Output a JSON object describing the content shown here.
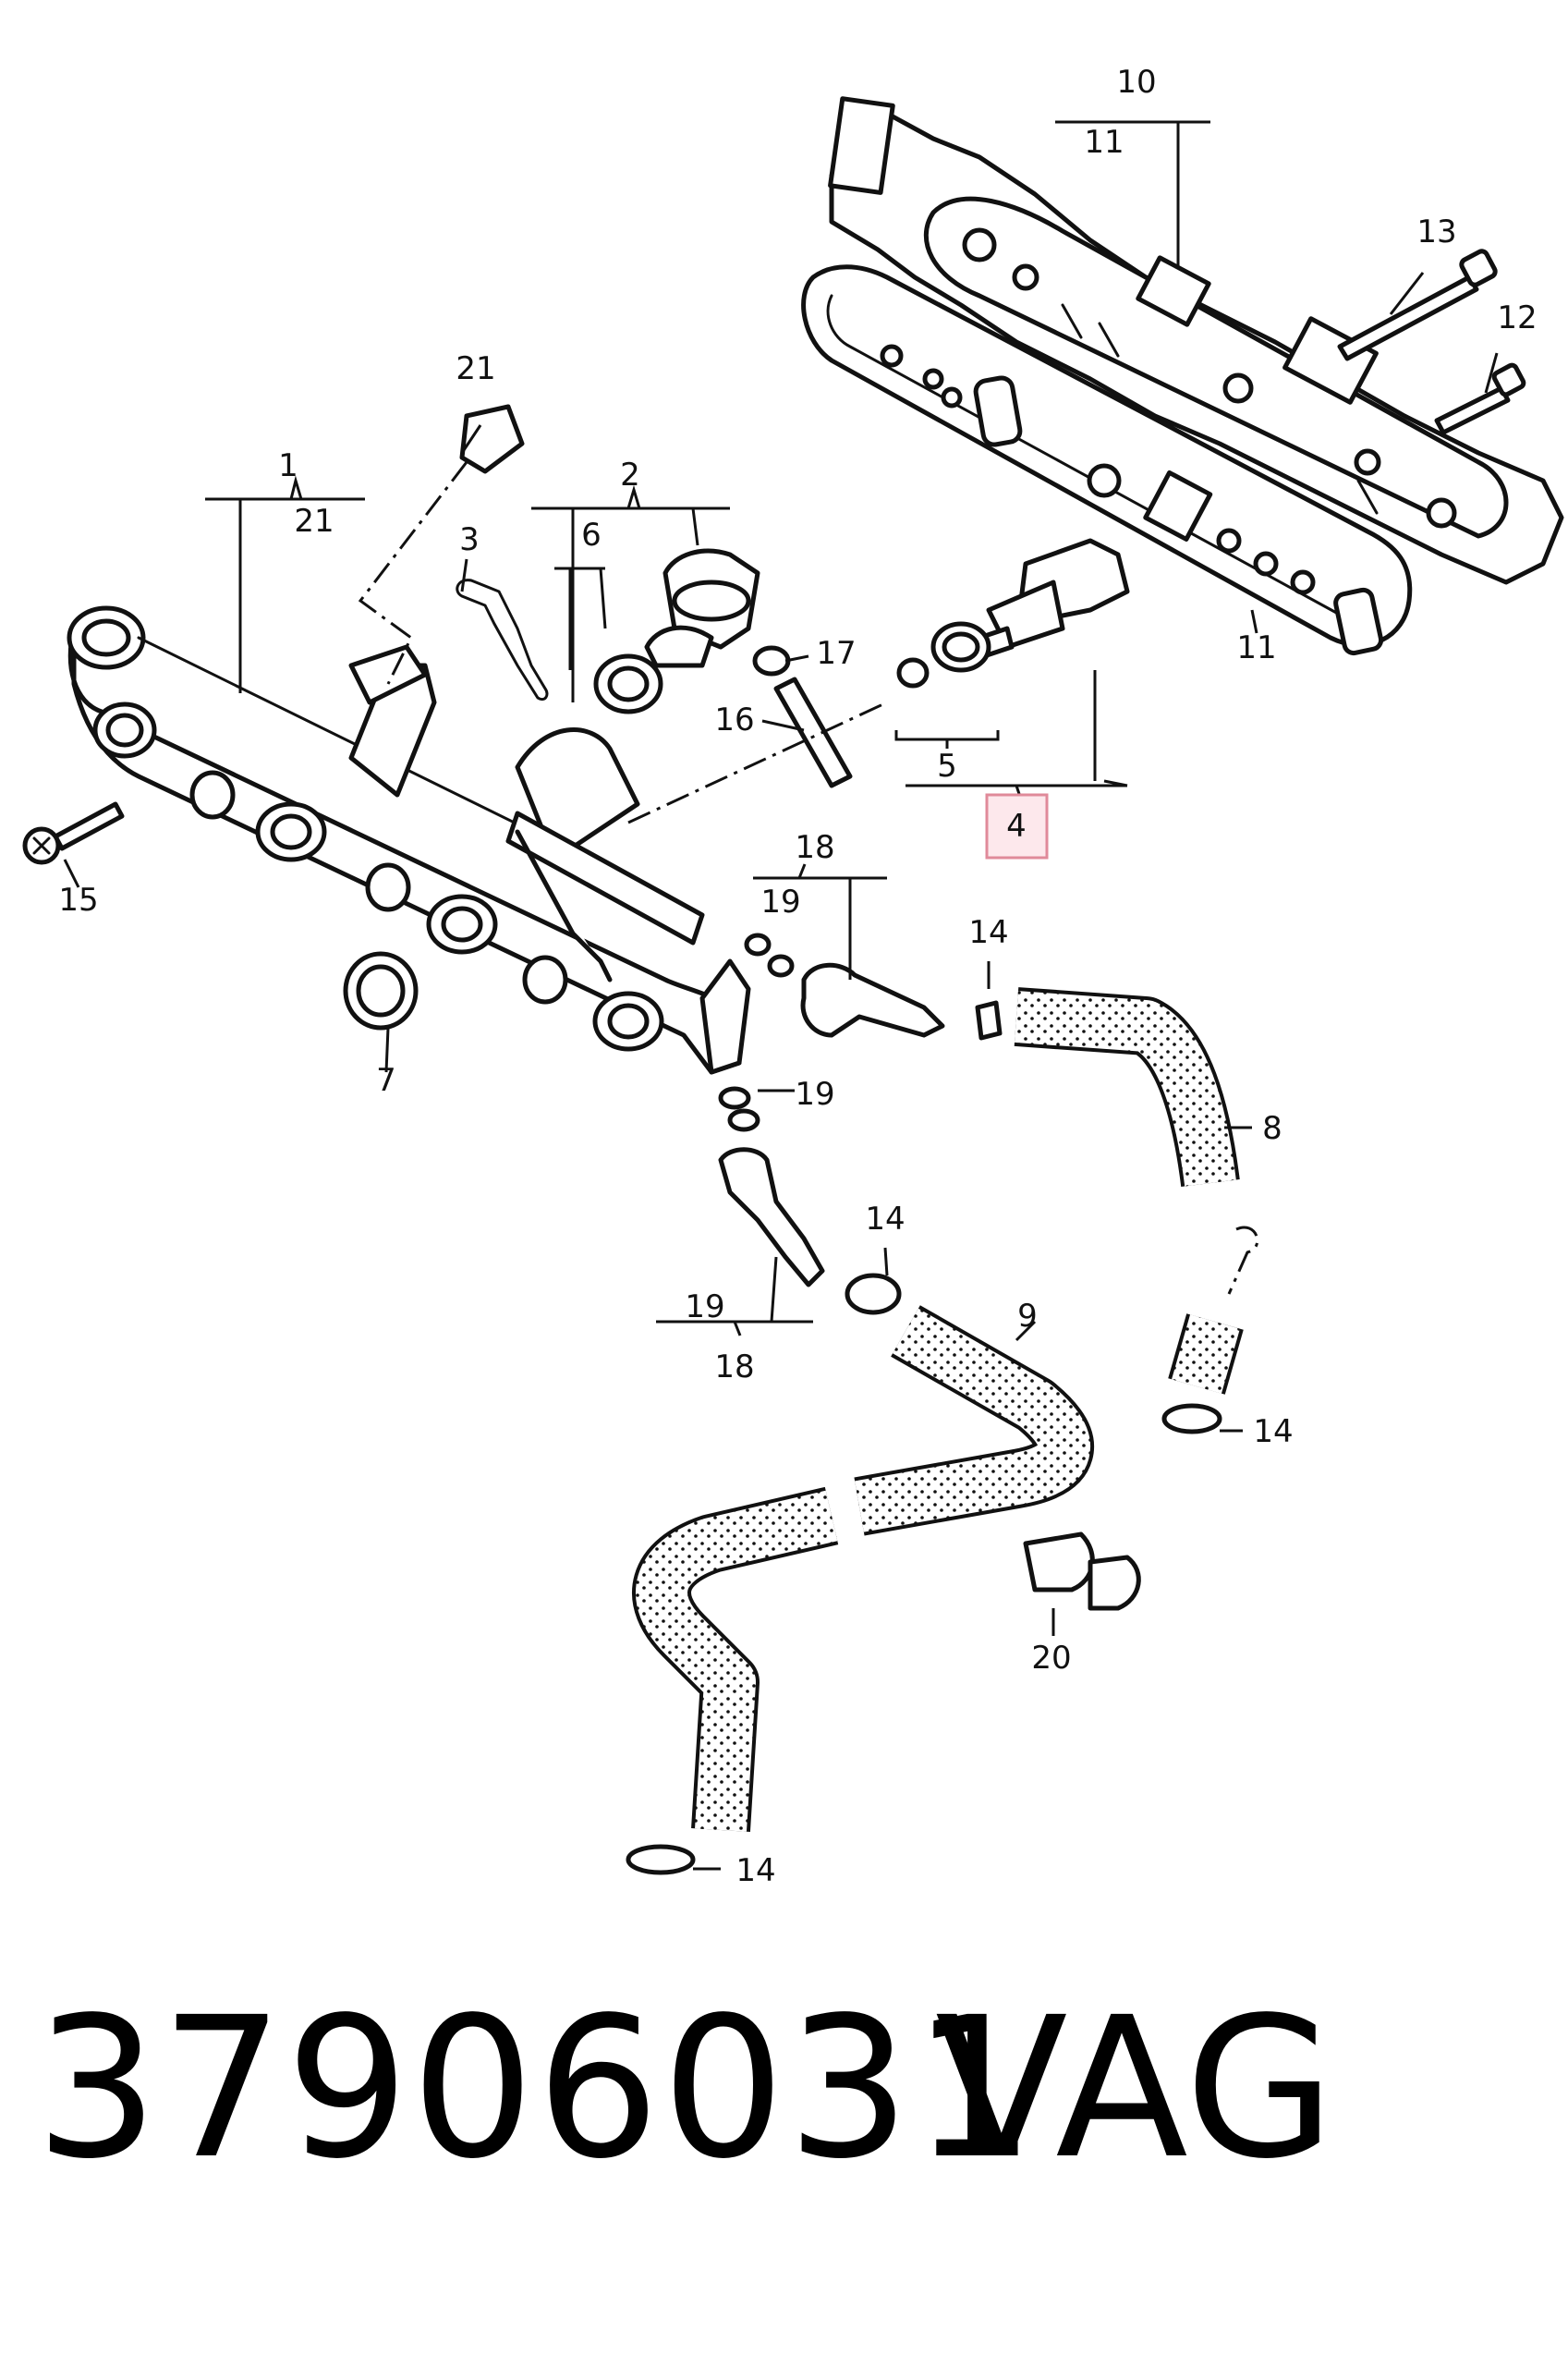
{
  "callouts": {
    "c1": "1",
    "c2": "2",
    "c3": "3",
    "c4": "4",
    "c5": "5",
    "c6": "6",
    "c7": "7",
    "c8": "8",
    "c9": "9",
    "c10": "10",
    "c11a": "11",
    "c11b": "11",
    "c12": "12",
    "c13": "13",
    "c14a": "14",
    "c14b": "14",
    "c14c": "14",
    "c14d": "14",
    "c15": "15",
    "c16": "16",
    "c17": "17",
    "c18a": "18",
    "c18b": "18",
    "c19a": "19",
    "c19b": "19",
    "c19c": "19",
    "c20": "20",
    "c21a": "21",
    "c21b": "21"
  },
  "highlighted_callout": "4",
  "colors": {
    "line": "#111111",
    "highlight_fill": "#fde8ec",
    "highlight_border": "#e08a9a"
  },
  "footer": {
    "part_number": "37906031",
    "brand": "VAG"
  }
}
